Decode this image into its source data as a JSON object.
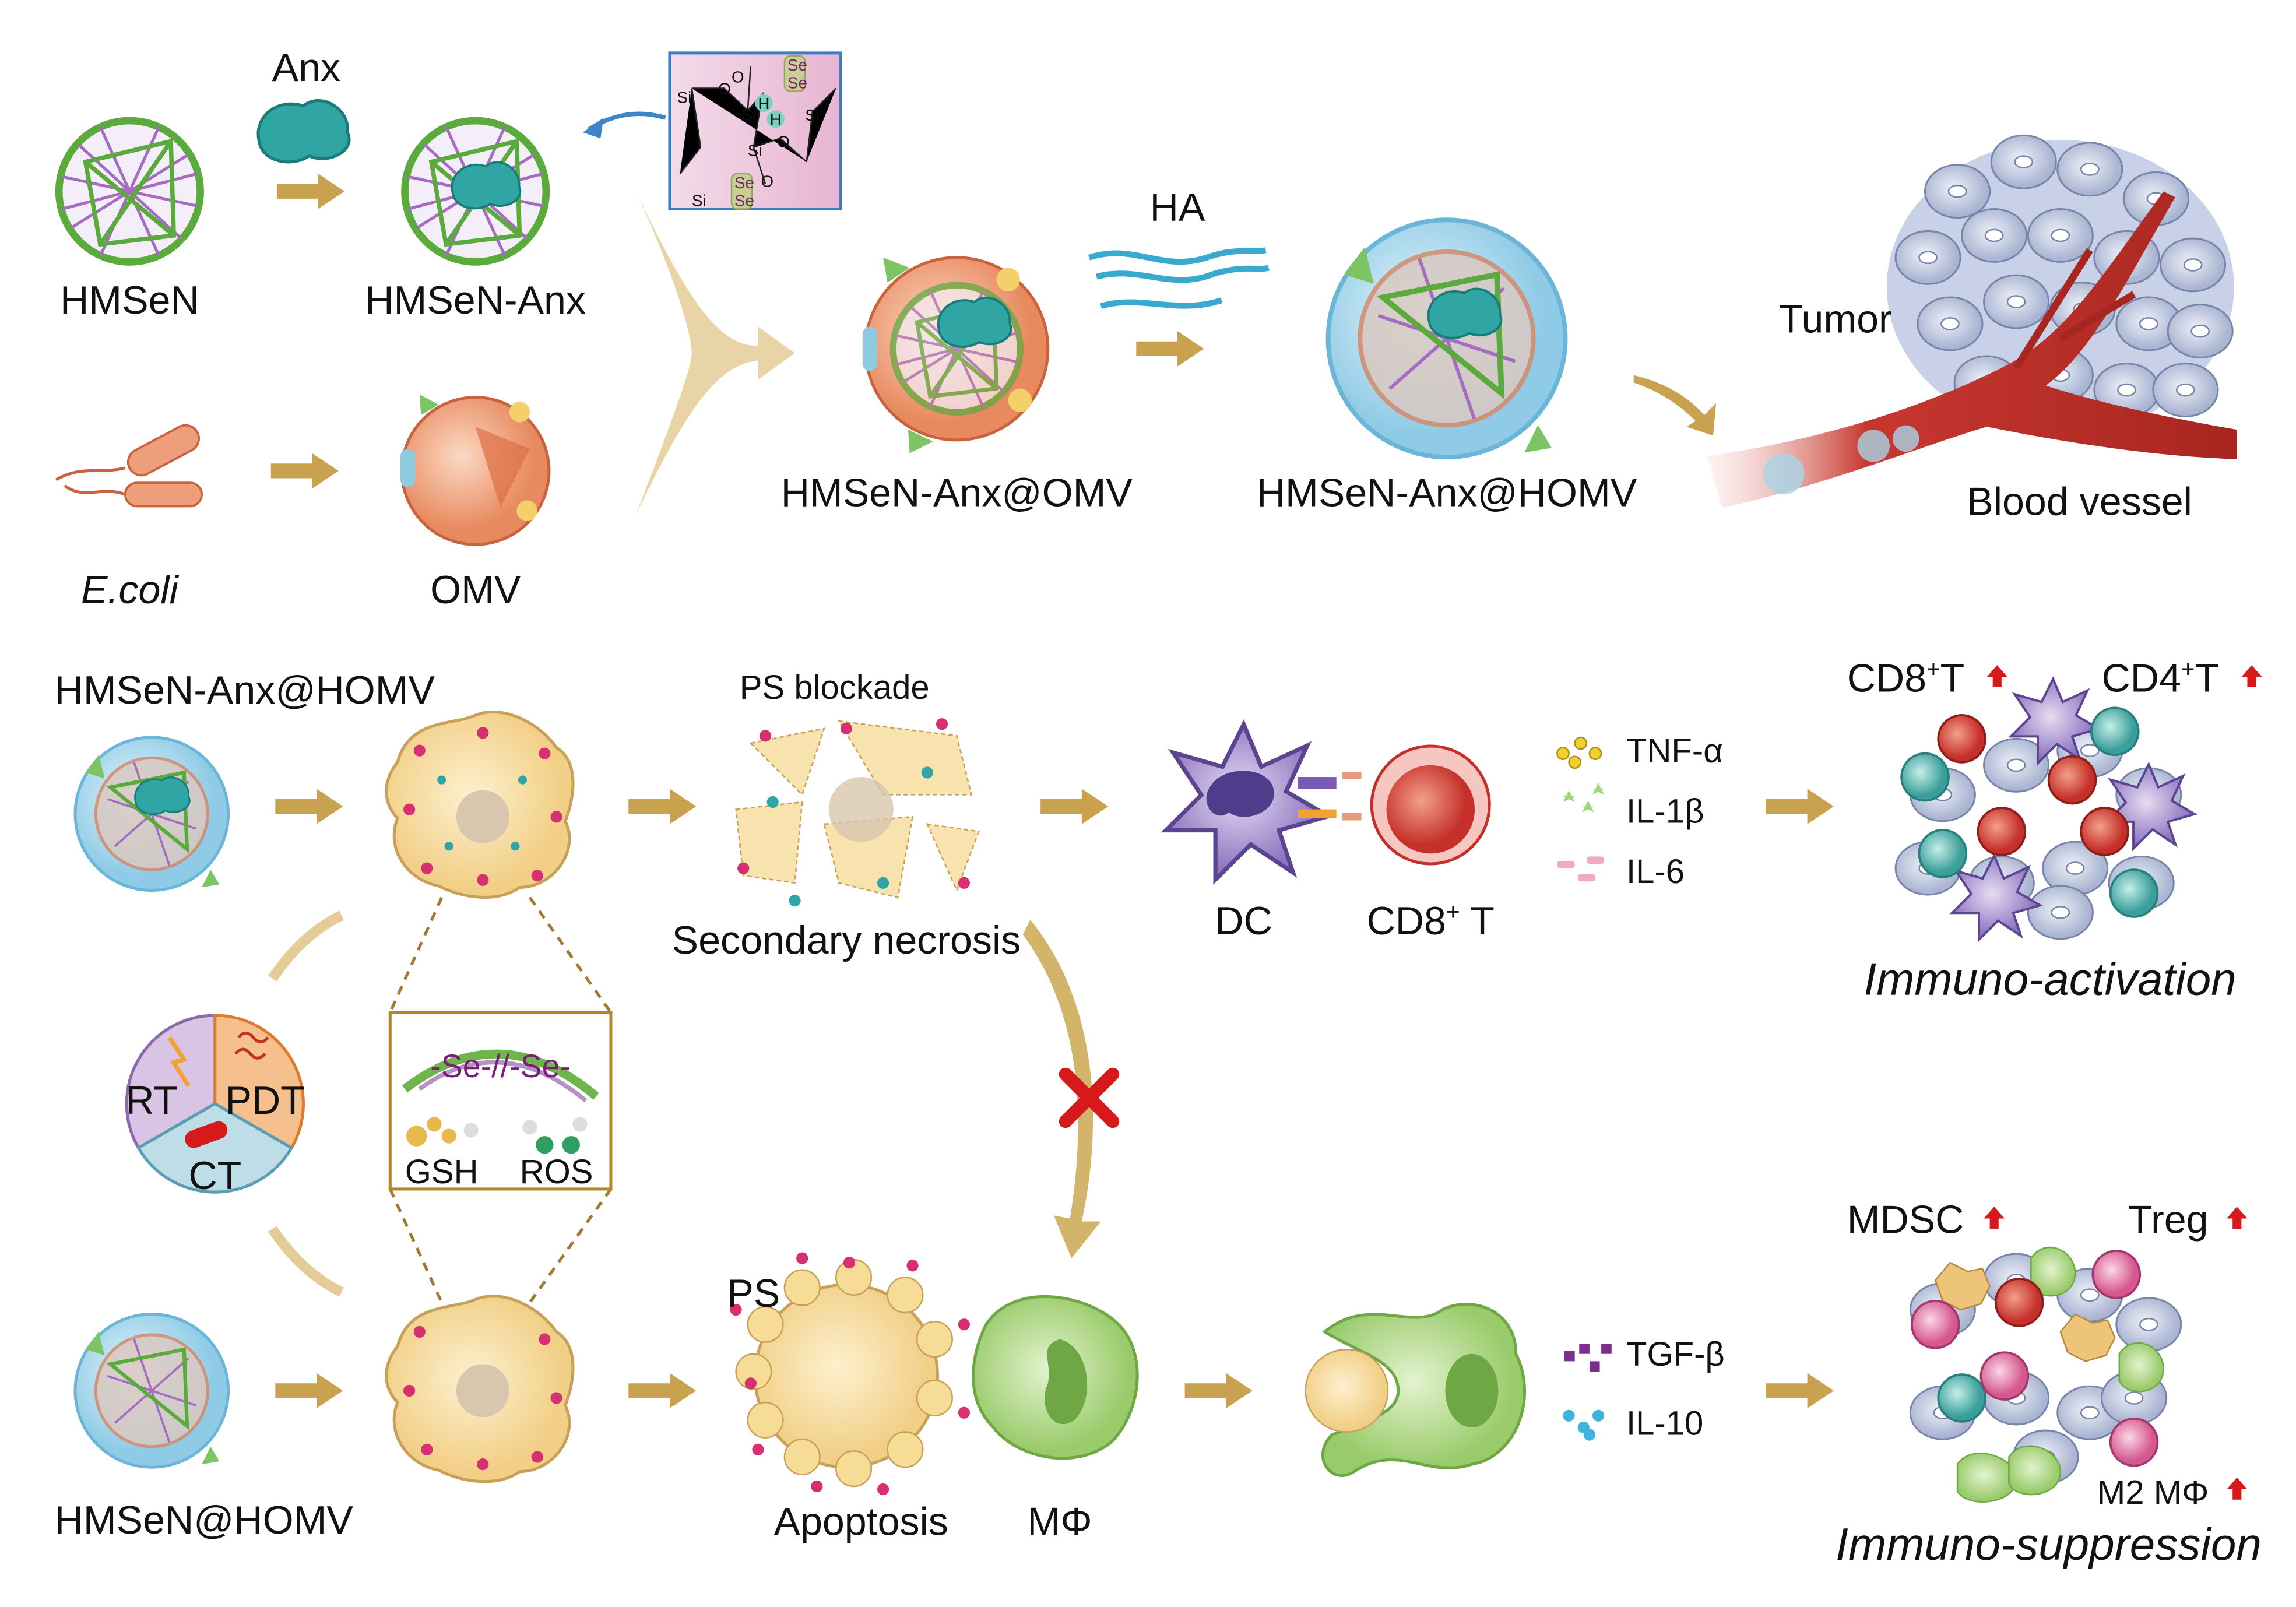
{
  "top": {
    "anx": "Anx",
    "hmsen": "HMSeN",
    "hmsen_anx": "HMSeN-Anx",
    "ecoli": "E.coli",
    "omv": "OMV",
    "ha": "HA",
    "hmsen_anx_omv": "HMSeN-Anx@OMV",
    "hmsen_anx_homv": "HMSeN-Anx@HOMV",
    "tumor": "Tumor",
    "blood_vessel": "Blood vessel",
    "inset": {
      "si": "Si",
      "o": "O",
      "h": "H",
      "se": "Se"
    }
  },
  "middle": {
    "hmsen_anx_homv": "HMSeN-Anx@HOMV",
    "ps_blockade": "PS blockade",
    "secondary_necrosis": "Secondary necrosis",
    "dc": "DC",
    "cd8t": "CD8",
    "cd8t_sup": "+",
    "cd8t_suffix": " T",
    "cytokines": [
      "TNF-α",
      "IL-1β",
      "IL-6"
    ],
    "cd8_label": "CD8",
    "cd4_label": "CD4",
    "t_sup": "+",
    "t_suffix": "T",
    "immuno_activation": "Immuno-activation"
  },
  "therapy": {
    "rt": "RT",
    "pdt": "PDT",
    "ct": "CT"
  },
  "degradation": {
    "bond": "-Se-//-Se-",
    "gsh": "GSH",
    "ros": "ROS"
  },
  "bottom": {
    "hmsen_homv": "HMSeN@HOMV",
    "ps": "PS",
    "apoptosis": "Apoptosis",
    "macrophage": "MΦ",
    "cytokines": [
      "TGF-β",
      "IL-10"
    ],
    "mdsc": "MDSC",
    "treg": "Treg",
    "m2": "M2 MΦ",
    "immuno_suppression": "Immuno-suppression"
  },
  "colors": {
    "arrow": "#c9a24f",
    "increase": "#d7191c",
    "block": "#d7191c",
    "hmsen_green": "#5aaa3c",
    "hmsen_purple": "#a56cc1"
  }
}
